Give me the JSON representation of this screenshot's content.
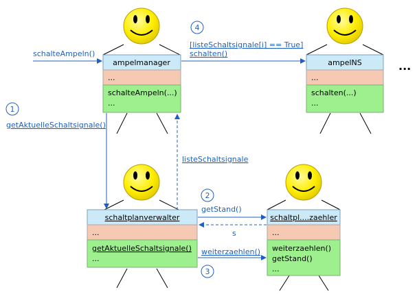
{
  "objects": {
    "ampelmanager": {
      "name": "ampelmanager",
      "attributes": "...",
      "methods": [
        "schalteAmpeln(...)",
        "..."
      ]
    },
    "ampelNS": {
      "name": "ampelNS",
      "attributes": "...",
      "methods": [
        "schalten(...)",
        "..."
      ]
    },
    "schaltplanverwalter": {
      "name": "schaltplanverwalter",
      "attributes": "...",
      "methods": [
        "getAktuelleSchaltsignale()",
        "..."
      ]
    },
    "schaltplanzaehler": {
      "name": "schaltpl....zaehler",
      "attributes": "...",
      "methods": [
        "weiterzaehlen()",
        "getStand()",
        "..."
      ]
    }
  },
  "messages": {
    "entry": "schalteAmpeln()",
    "step1_number": "1",
    "step1_label": "getAktuelleSchaltsignale()",
    "return_list": "listeSchaltsignale",
    "step2_number": "2",
    "step2_label": "getStand()",
    "return_s": "s",
    "step3_number": "3",
    "step3_label": "weiterzaehlen()",
    "step4_number": "4",
    "step4_condition": "[listeSchaltsignale[i] == True]",
    "step4_label": "schalten()"
  },
  "more_ellipsis": "...",
  "colors": {
    "header_fill": "#cce9f7",
    "attribute_fill": "#f6c9b3",
    "method_fill": "#9ef08e",
    "smiley_fill": "#ffee00",
    "arrow": "#1f5fbf"
  }
}
